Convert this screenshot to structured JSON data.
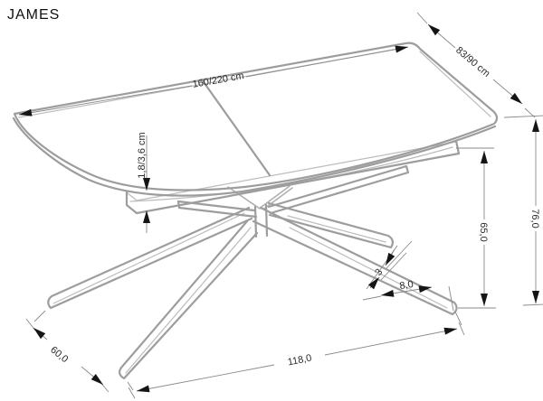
{
  "title": "JAMES",
  "drawing": {
    "type": "furniture-technical-drawing",
    "subject": "extendable dining table with spider pedestal base",
    "dimensions": {
      "length": "160/220 cm",
      "depth": "83/90 cm",
      "top_thickness": "1,8/3,6 cm",
      "total_height": "76,0",
      "underframe_height": "65,0",
      "base_length": "118,0",
      "base_width": "60,0",
      "leg_width": "8,0",
      "leg_thickness": "3"
    },
    "colors": {
      "background": "#ffffff",
      "drawing_line": "#9d9d9d",
      "secondary_line": "#bcbcbc",
      "dimension_line": "#8a8a8a",
      "arrowhead": "#151515",
      "text": "#2c2c2c",
      "title": "#111111"
    }
  }
}
